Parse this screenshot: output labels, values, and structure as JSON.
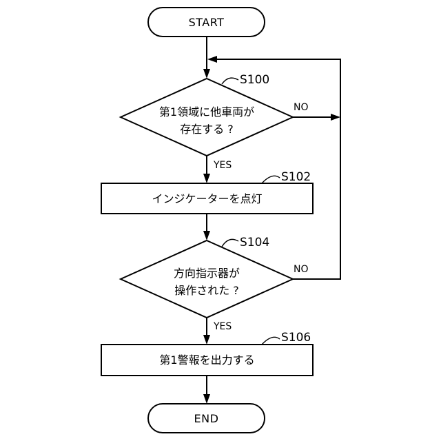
{
  "flowchart": {
    "start": "START",
    "end": "END",
    "steps": {
      "s100": {
        "id": "S100",
        "kind": "decision",
        "line1": "第1領域に他車両が",
        "line2": "存在する ?"
      },
      "s102": {
        "id": "S102",
        "kind": "process",
        "text": "インジケーターを点灯"
      },
      "s104": {
        "id": "S104",
        "kind": "decision",
        "line1": "方向指示器が",
        "line2": "操作された ?"
      },
      "s106": {
        "id": "S106",
        "kind": "process",
        "text": "第1警報を出力する"
      }
    },
    "branches": {
      "s100_yes": "YES",
      "s100_no": "NO",
      "s104_yes": "YES",
      "s104_no": "NO"
    }
  }
}
